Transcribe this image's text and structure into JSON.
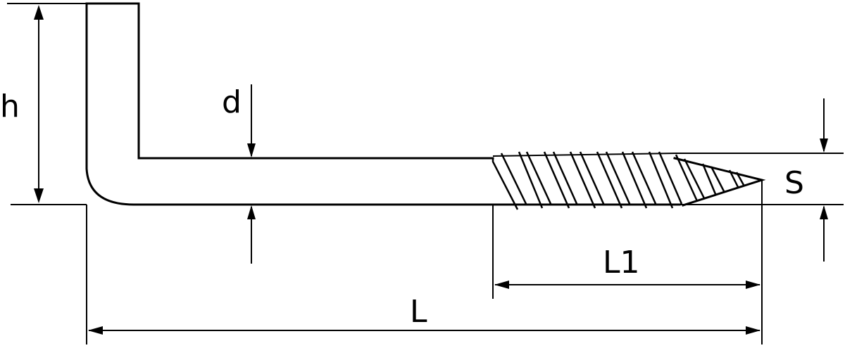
{
  "labels": {
    "h": "h",
    "d": "d",
    "s": "S",
    "l1": "L1",
    "l": "L"
  },
  "colors": {
    "line": "#000000",
    "background": "#ffffff"
  }
}
